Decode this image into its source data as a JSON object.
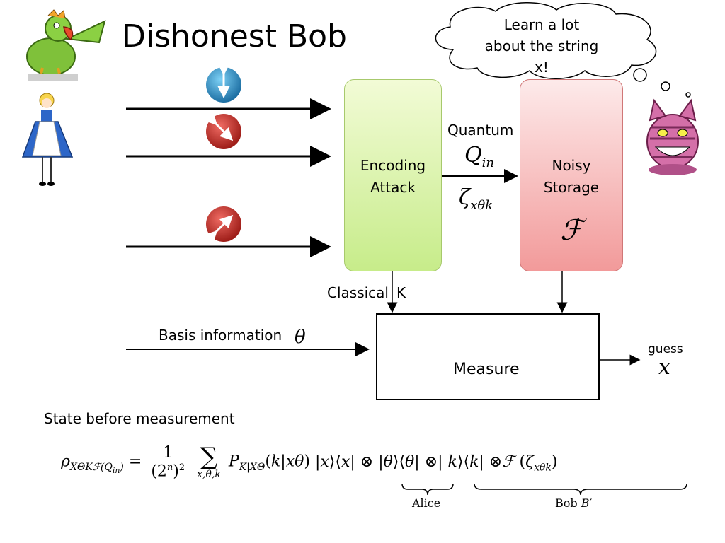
{
  "slide": {
    "title": "Dishonest Bob",
    "thought": "Learn a lot about the string x!",
    "encoding_label": "Encoding Attack",
    "storage_label": "Noisy Storage",
    "storage_symbol": "ℱ",
    "quantum_label": "Quantum",
    "q_in": "Q",
    "q_in_sub": "in",
    "zeta": "ζ",
    "zeta_sub": "xθk",
    "classical_label": "Classical",
    "k_label": "K",
    "basis_label": "Basis information",
    "theta": "θ",
    "measure_label": "Measure",
    "guess_label": "guess",
    "x_symbol": "x",
    "state_caption": "State before measurement",
    "alice_label": "Alice",
    "bob_label": "Bob",
    "bob_prime": "B′"
  },
  "colors": {
    "green_top": "#f2fbd6",
    "green_bottom": "#c7ec8a",
    "red_top": "#fdeaea",
    "red_bottom": "#f29a9a",
    "photon_blue": "#2a93c9",
    "photon_red": "#c8322c"
  },
  "icons": [
    "parrot-icon",
    "alice-icon",
    "cheshire-cat-icon",
    "vertical-arrow-icon",
    "diagonal-arrow-icon",
    "antidiagonal-arrow-icon",
    "thought-cloud-icon"
  ]
}
